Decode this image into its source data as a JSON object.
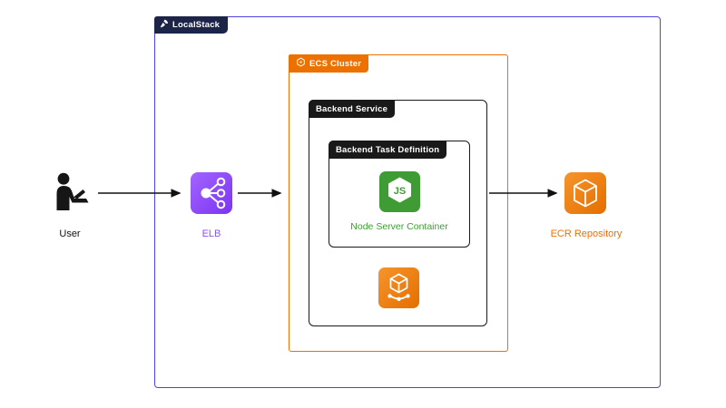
{
  "diagram": {
    "localstack": {
      "label": "LocalStack"
    },
    "ecs_cluster": {
      "label": "ECS Cluster"
    },
    "backend_service": {
      "label": "Backend Service"
    },
    "task_definition": {
      "label": "Backend Task Definition"
    },
    "node_container": {
      "label": "Node Server Container",
      "glyph": "JS"
    },
    "user": {
      "label": "User"
    },
    "elb": {
      "label": "ELB"
    },
    "ecr": {
      "label": "ECR Repository"
    }
  },
  "colors": {
    "localstack_border": "#5143e0",
    "localstack_tag_bg": "#1c2447",
    "aws_orange": "#ed7100",
    "dark_tag": "#191919",
    "node_green": "#3f9c35",
    "elb_purple": "#8c4fff",
    "text_dark": "#111111",
    "background": "#ffffff"
  }
}
